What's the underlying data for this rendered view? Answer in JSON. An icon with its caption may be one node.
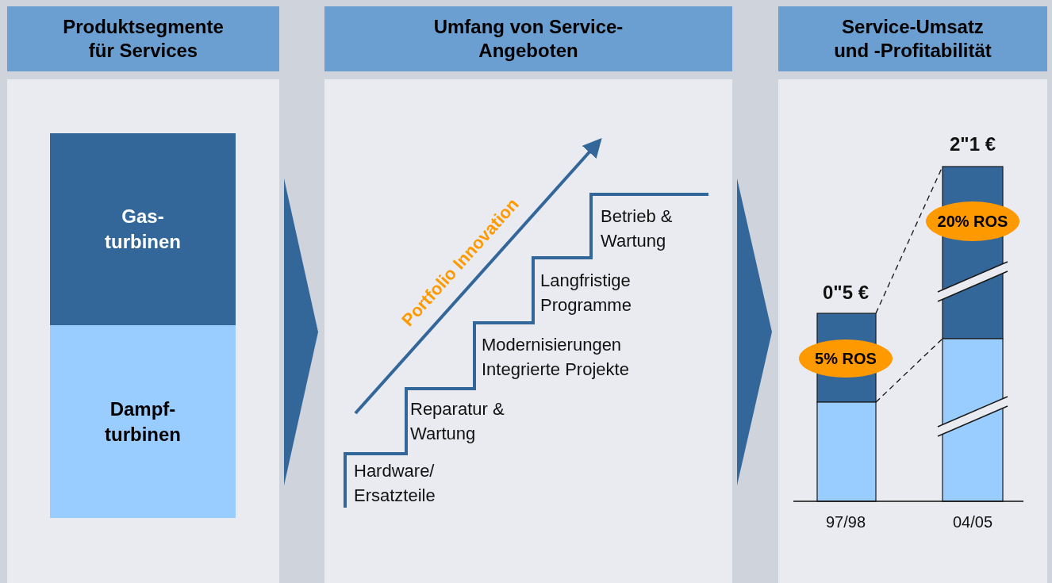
{
  "diagram": {
    "nodes": [
      {
        "text": [
          "Produktsegmente für Services"
        ]
      },
      {
        "text": [
          "Gas- turbinen"
        ],
        "in": 0
      },
      {
        "text": [
          "Dampf- turbinen"
        ],
        "in": 0
      },
      {
        "text": [
          "Umfang von Service-Angeboten"
        ]
      },
      {
        "text": [
          "Service-Umsatz und -Profitabilität"
        ]
      },
      {
        "text": [
          "20% ROS"
        ],
        "in": 4
      },
      {
        "text": [
          "5% ROS"
        ],
        "in": 4
      }
    ],
    "edges": [
      {
        "from": 0,
        "to": 3,
        "arrow": "to"
      },
      {
        "from": 3,
        "to": 4,
        "arrow": "to"
      }
    ],
    "labels": [
      "Portfolio Innovation",
      "Betrieb & Wartung",
      "Langfristige Programme",
      "Modernisierungen Integrierte Projekte",
      "Reparatur & Wartung",
      "Hardware/ Ersatzteile",
      "2\"1 €",
      "0\"5 €",
      "97/98",
      "04/05"
    ]
  }
}
